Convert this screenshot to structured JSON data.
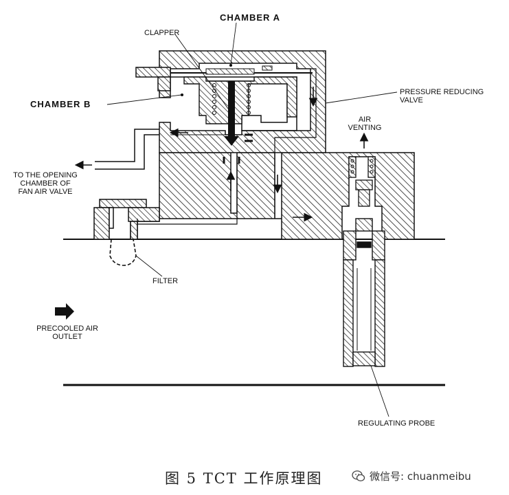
{
  "labels": {
    "chamber_a": "CHAMBER  A",
    "chamber_b": "CHAMBER  B",
    "clapper": "CLAPPER",
    "prv_line1": "PRESSURE REDUCING",
    "prv_line2": "VALVE",
    "air_venting_line1": "AIR",
    "air_venting_line2": "VENTING",
    "opening_line1": "TO THE OPENING",
    "opening_line2": "CHAMBER OF",
    "opening_line3": "FAN AIR VALVE",
    "filter": "FILTER",
    "precooled_line1": "PRECOOLED AIR",
    "precooled_line2": "OUTLET",
    "regulating_probe": "REGULATING PROBE"
  },
  "caption": "图 5    TCT 工作原理图",
  "watermark": {
    "text": "微信号: chuanmeibu",
    "icon": "wechat-icon"
  },
  "colors": {
    "ink": "#111111",
    "background": "#ffffff"
  }
}
